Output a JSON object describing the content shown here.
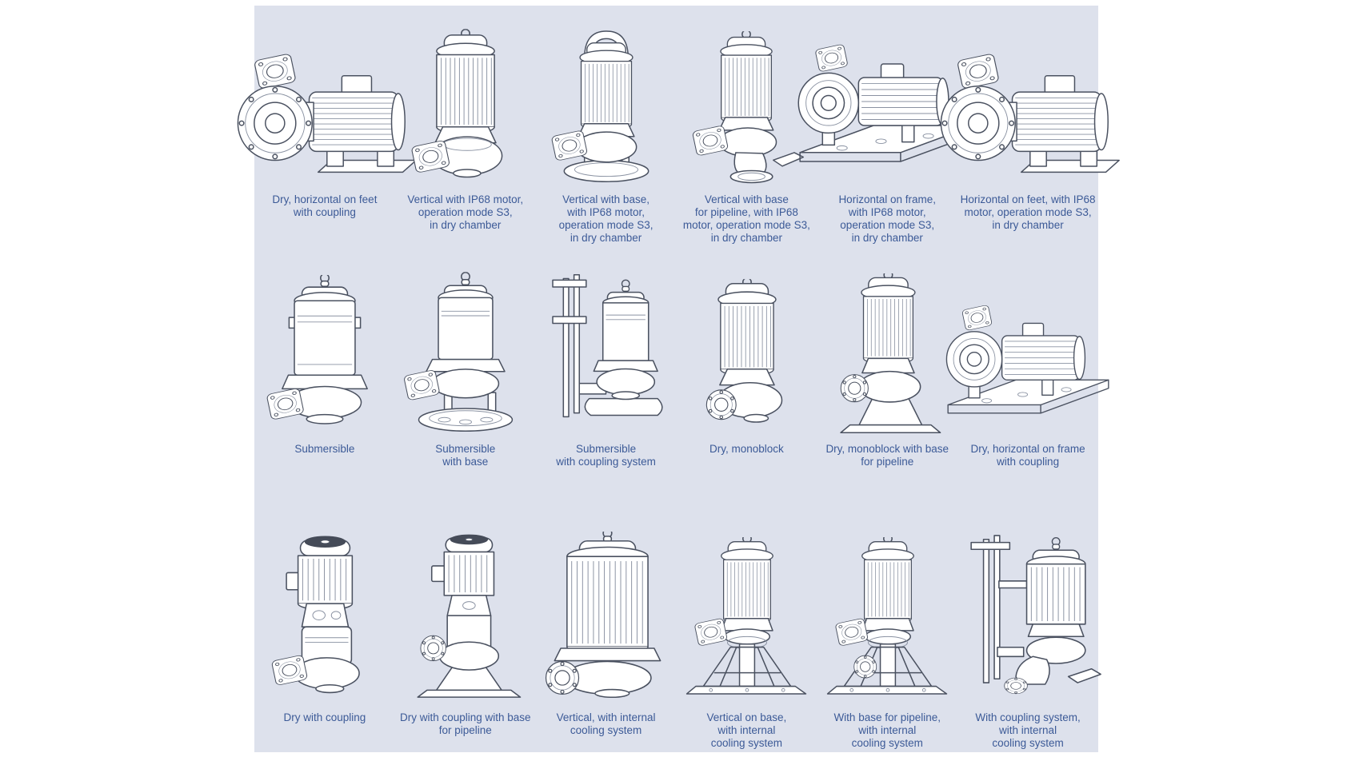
{
  "panel": {
    "background_color": "#dde1ec",
    "caption_color": "#3c5a97",
    "line_color": "#4a5160"
  },
  "grid": {
    "rows": [
      {
        "items": [
          {
            "caption": "Dry, horizontal on feet\nwith coupling",
            "icon": "dry-horizontal-on-feet-with-coupling"
          },
          {
            "caption": "Vertical with IP68 motor,\noperation mode S3,\nin dry chamber",
            "icon": "vertical-with-ip68-motor"
          },
          {
            "caption": "Vertical with base,\nwith IP68 motor,\noperation mode S3,\nin dry chamber",
            "icon": "vertical-with-base-ip68-motor"
          },
          {
            "caption": "Vertical with base\nfor pipeline, with IP68\nmotor, operation mode S3,\nin dry chamber",
            "icon": "vertical-with-base-for-pipeline-ip68-motor"
          },
          {
            "caption": "Horizontal on frame,\nwith IP68 motor,\noperation mode S3,\nin dry chamber",
            "icon": "horizontal-on-frame-ip68-motor"
          },
          {
            "caption": "Horizontal on feet, with IP68\nmotor, operation mode S3,\nin dry chamber",
            "icon": "horizontal-on-feet-ip68-motor"
          }
        ]
      },
      {
        "items": [
          {
            "caption": "Submersible",
            "icon": "submersible"
          },
          {
            "caption": "Submersible\nwith base",
            "icon": "submersible-with-base"
          },
          {
            "caption": "Submersible\nwith coupling system",
            "icon": "submersible-with-coupling-system"
          },
          {
            "caption": "Dry, monoblock",
            "icon": "dry-monoblock"
          },
          {
            "caption": "Dry, monoblock with base\nfor pipeline",
            "icon": "dry-monoblock-with-base-for-pipeline"
          },
          {
            "caption": "Dry, horizontal on frame\nwith coupling",
            "icon": "dry-horizontal-on-frame-with-coupling"
          }
        ]
      },
      {
        "items": [
          {
            "caption": "Dry with coupling",
            "icon": "dry-with-coupling"
          },
          {
            "caption": "Dry with coupling with base\nfor pipeline",
            "icon": "dry-with-coupling-with-base-for-pipeline"
          },
          {
            "caption": "Vertical, with internal\ncooling system",
            "icon": "vertical-with-internal-cooling-system"
          },
          {
            "caption": "Vertical on base,\nwith internal\ncooling system",
            "icon": "vertical-on-base-with-internal-cooling-system"
          },
          {
            "caption": "With base for pipeline,\nwith internal\ncooling system",
            "icon": "with-base-for-pipeline-internal-cooling-system"
          },
          {
            "caption": "With coupling system,\nwith internal\ncooling system",
            "icon": "with-coupling-system-internal-cooling-system"
          }
        ]
      }
    ]
  }
}
